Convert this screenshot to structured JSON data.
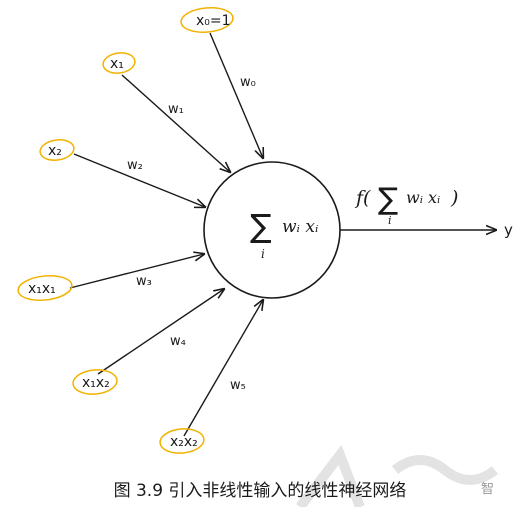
{
  "inputs": [
    {
      "label": "x₀=1"
    },
    {
      "label": "x₁"
    },
    {
      "label": "x₂"
    },
    {
      "label": "x₁x₁"
    },
    {
      "label": "x₁x₂"
    },
    {
      "label": "x₂x₂"
    }
  ],
  "weights": [
    "w₀",
    "w₁",
    "w₂",
    "w₃",
    "w₄",
    "w₅"
  ],
  "neuron": {
    "sum_symbol": "∑",
    "subscript": "i",
    "term": "wᵢ xᵢ"
  },
  "activation": {
    "prefix": "f(",
    "sum_symbol": "∑",
    "subscript": "i",
    "term": "wᵢ xᵢ",
    "suffix": ")"
  },
  "output": {
    "label": "y"
  },
  "caption": "图 3.9  引入非线性输入的线性神经网络",
  "watermark_text": "智",
  "colors": {
    "highlight": "#f2b200",
    "line": "#1a1a1a"
  }
}
